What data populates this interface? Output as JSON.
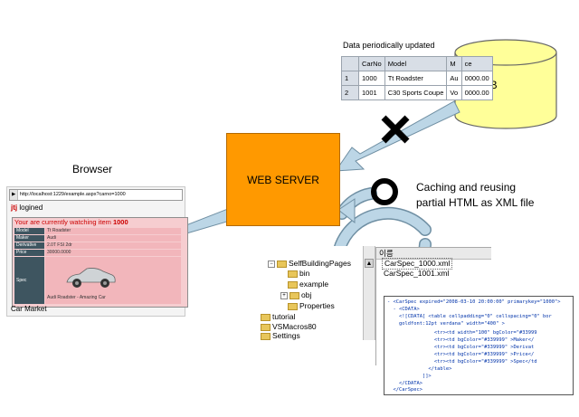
{
  "db": {
    "label": "DB",
    "caption": "Data periodically updated"
  },
  "data_table": {
    "headers": [
      "",
      "CarNo",
      "Model",
      "M",
      "ce"
    ],
    "rows": [
      [
        "1",
        "1000",
        "Tt Roadster",
        "Au",
        "0000.00"
      ],
      [
        "2",
        "1001",
        "C30 Sports Coupe",
        "Vo",
        "0000.00"
      ]
    ]
  },
  "server": {
    "label": "WEB SERVER"
  },
  "cache_label": {
    "line1": "Caching and reusing",
    "line2": "partial HTML as XML file"
  },
  "browser": {
    "title": "Browser",
    "address": "http://localhost:1229/example.aspx?carno=1000",
    "user": "jtj",
    "logined": "logined",
    "watching": "Your are currently watching item",
    "item_no": "1000",
    "specs": [
      {
        "key": "Model",
        "value": "Tt Roadster"
      },
      {
        "key": "Maker",
        "value": "Audi"
      },
      {
        "key": "Derivative",
        "value": "2.0T FSI 2dr"
      },
      {
        "key": "Price",
        "value": "30000.0000"
      },
      {
        "key": "Spec",
        "value": "Audi Roadster - Amazing Car"
      }
    ],
    "footer": "Car Market"
  },
  "explorer": {
    "items": [
      "SelfBuildingPages",
      "bin",
      "example",
      "obj",
      "Properties",
      "tutorial",
      "VSMacros80",
      "Settings"
    ]
  },
  "xml_files": {
    "header": "이름",
    "files": [
      "CarSpec_1000.xml",
      "CarSpec_1001.xml"
    ]
  },
  "code": {
    "lines": [
      "- <CarSpec expired=\"2008-03-10 20:00:00\" primarykey=\"1000\">",
      "  - <CDATA>",
      "    <![CDATA[ <table cellpadding=\"0\" cellspacing=\"0\" bor",
      "    goldfont:12pt verdana\" width=\"400\" >",
      "                <tr><td width=\"100\" bgColor=\"#33999",
      "                <tr><td bgColor=\"#339999\" >Maker</",
      "                <tr><td bgColor=\"#339999\" >Derivat",
      "                <tr><td bgColor=\"#339999\" >Price</",
      "                <tr><td bgColor=\"#339999\" >Spec</td",
      "              </table>",
      "            ]]>",
      "    </CDATA>",
      "  </CarSpec>"
    ]
  }
}
